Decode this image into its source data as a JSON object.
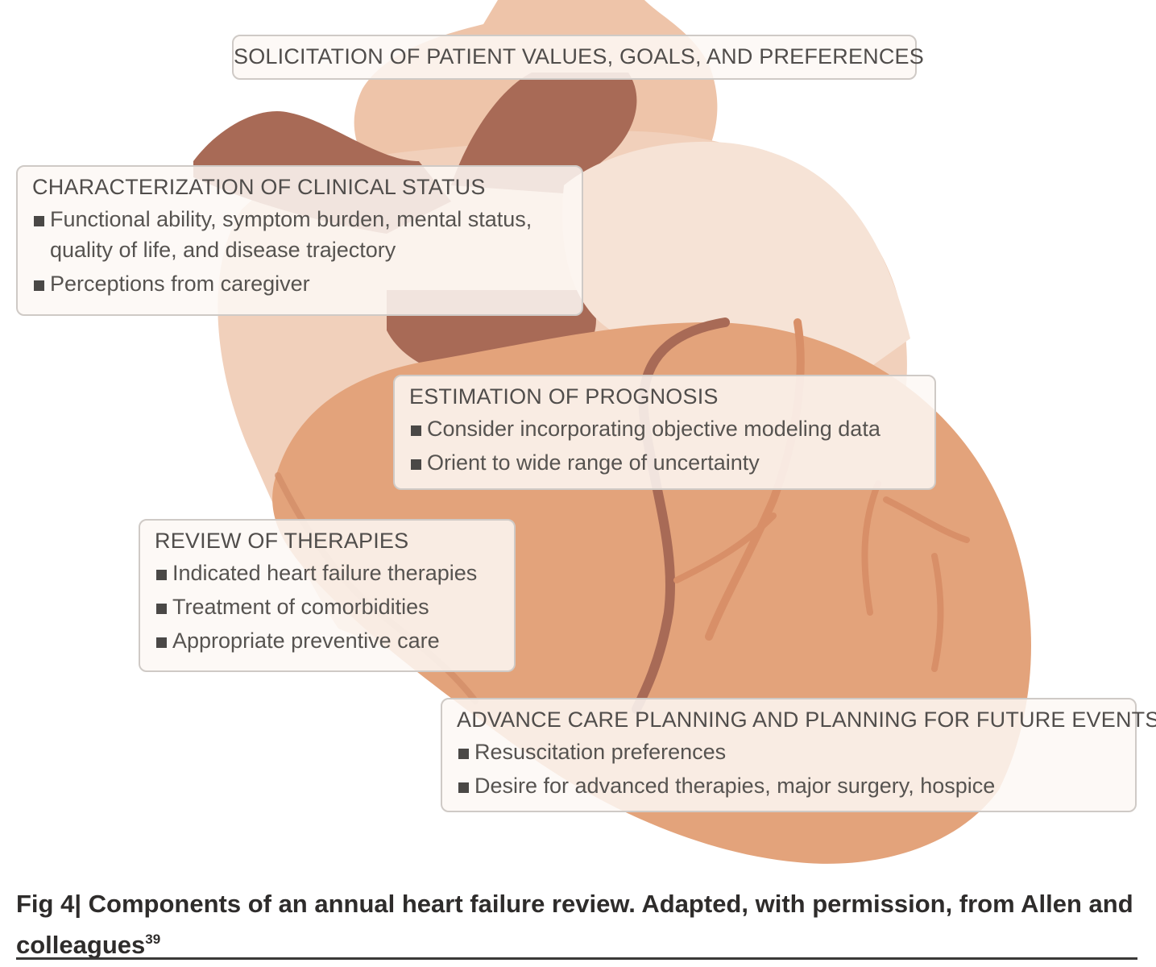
{
  "colors": {
    "heart_light": "#f3dccd",
    "heart_mid": "#ecc3a8",
    "heart_main": "#e3a37b",
    "heart_dark": "#a86a56",
    "vessel": "#c9876d",
    "box_background": "#fdf8f4",
    "box_border": "#cfcac6",
    "text": "#555250",
    "caption_text": "#2e2c2b"
  },
  "boxes": {
    "values": {
      "title": "SOLICITATION OF PATIENT VALUES, GOALS, AND PREFERENCES"
    },
    "clinical": {
      "title": "CHARACTERIZATION OF CLINICAL STATUS",
      "items": [
        "Functional ability, symptom burden, mental status, quality of life, and disease trajectory",
        "Perceptions from caregiver"
      ]
    },
    "prognosis": {
      "title": "ESTIMATION OF PROGNOSIS",
      "items": [
        "Consider incorporating objective modeling data",
        "Orient to wide range of uncertainty"
      ]
    },
    "therapies": {
      "title": "REVIEW OF THERAPIES",
      "items": [
        "Indicated heart failure therapies",
        "Treatment of comorbidities",
        "Appropriate preventive care"
      ]
    },
    "planning": {
      "title": "ADVANCE CARE PLANNING AND PLANNING FOR FUTURE EVENTS",
      "items": [
        "Resuscitation preferences",
        "Desire for advanced therapies, major surgery, hospice"
      ]
    }
  },
  "caption": {
    "label": "Fig 4",
    "separator": "|",
    "text": " Components of an annual heart failure review. Adapted, with permission, from Allen and colleagues",
    "reference": "39"
  }
}
